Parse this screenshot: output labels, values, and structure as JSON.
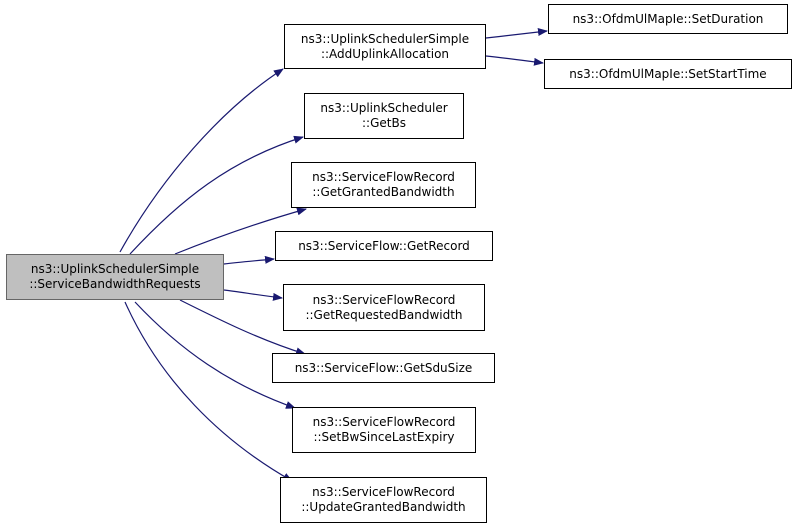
{
  "root": {
    "line1": "ns3::UplinkSchedulerSimple",
    "line2": "::ServiceBandwidthRequests"
  },
  "callees": [
    {
      "line1": "ns3::UplinkSchedulerSimple",
      "line2": "::AddUplinkAllocation"
    },
    {
      "line1": "ns3::UplinkScheduler",
      "line2": "::GetBs"
    },
    {
      "line1": "ns3::ServiceFlowRecord",
      "line2": "::GetGrantedBandwidth"
    },
    {
      "line1": "ns3::ServiceFlow::GetRecord",
      "line2": ""
    },
    {
      "line1": "ns3::ServiceFlowRecord",
      "line2": "::GetRequestedBandwidth"
    },
    {
      "line1": "ns3::ServiceFlow::GetSduSize",
      "line2": ""
    },
    {
      "line1": "ns3::ServiceFlowRecord",
      "line2": "::SetBwSinceLastExpiry"
    },
    {
      "line1": "ns3::ServiceFlowRecord",
      "line2": "::UpdateGrantedBandwidth"
    }
  ],
  "second_level": [
    {
      "line1": "ns3::OfdmUlMapIe::SetDuration"
    },
    {
      "line1": "ns3::OfdmUlMapIe::SetStartTime"
    }
  ],
  "colors": {
    "edge": "#191970",
    "root_fill": "#bfbfbf",
    "node_border": "#000000"
  }
}
